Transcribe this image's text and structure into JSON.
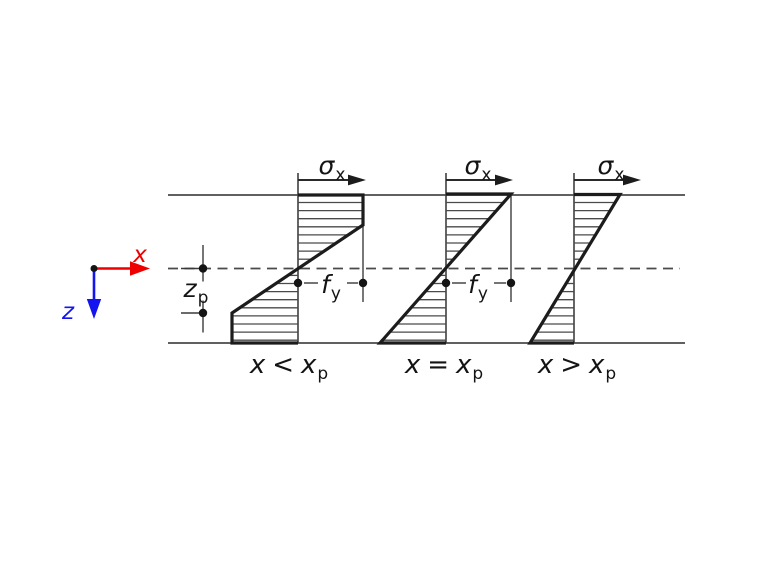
{
  "axes": {
    "x": {
      "label": "x",
      "color": "#ee0000"
    },
    "z": {
      "label": "z",
      "color": "#1414ee"
    }
  },
  "labels": {
    "sigma": {
      "base": "σ",
      "sub": "x"
    },
    "fy": {
      "base": "f",
      "sub": "y"
    },
    "zp": {
      "base": "z",
      "sub": "p"
    }
  },
  "captions": [
    {
      "lhs": "x",
      "op": "<",
      "rhs_base": "x",
      "rhs_sub": "p"
    },
    {
      "lhs": "x",
      "op": "=",
      "rhs_base": "x",
      "rhs_sub": "p"
    },
    {
      "lhs": "x",
      "op": ">",
      "rhs_base": "x",
      "rhs_sub": "p"
    }
  ]
}
